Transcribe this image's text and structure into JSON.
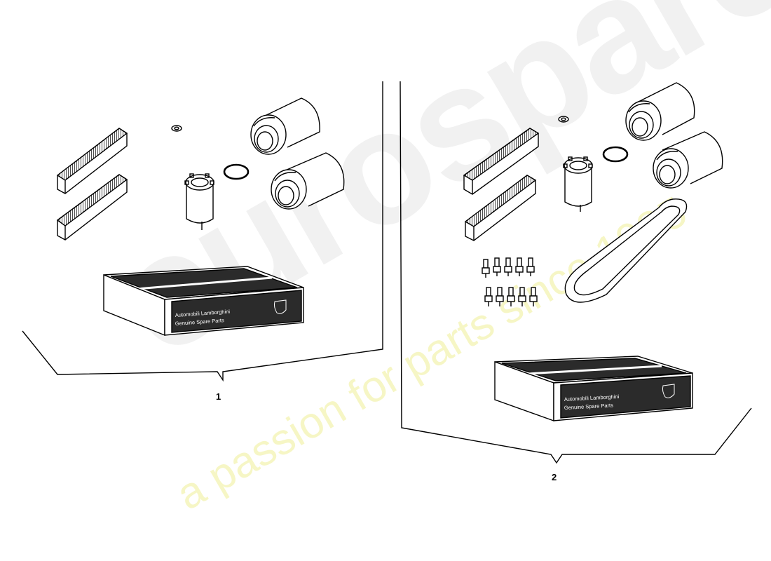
{
  "watermark": {
    "brand": "eurospares",
    "tagline": "a passion for parts since 1985"
  },
  "kits": [
    {
      "number": "1",
      "box_line1": "Automobili Lamborghini",
      "box_line2": "Genuine Spare Parts"
    },
    {
      "number": "2",
      "box_line1": "Automobili Lamborghini",
      "box_line2": "Genuine Spare Parts"
    }
  ],
  "colors": {
    "line": "#000000",
    "box_dark": "#2b2b2b",
    "watermark_text": "#d7d7d7",
    "watermark_tagline": "#eeee96"
  }
}
